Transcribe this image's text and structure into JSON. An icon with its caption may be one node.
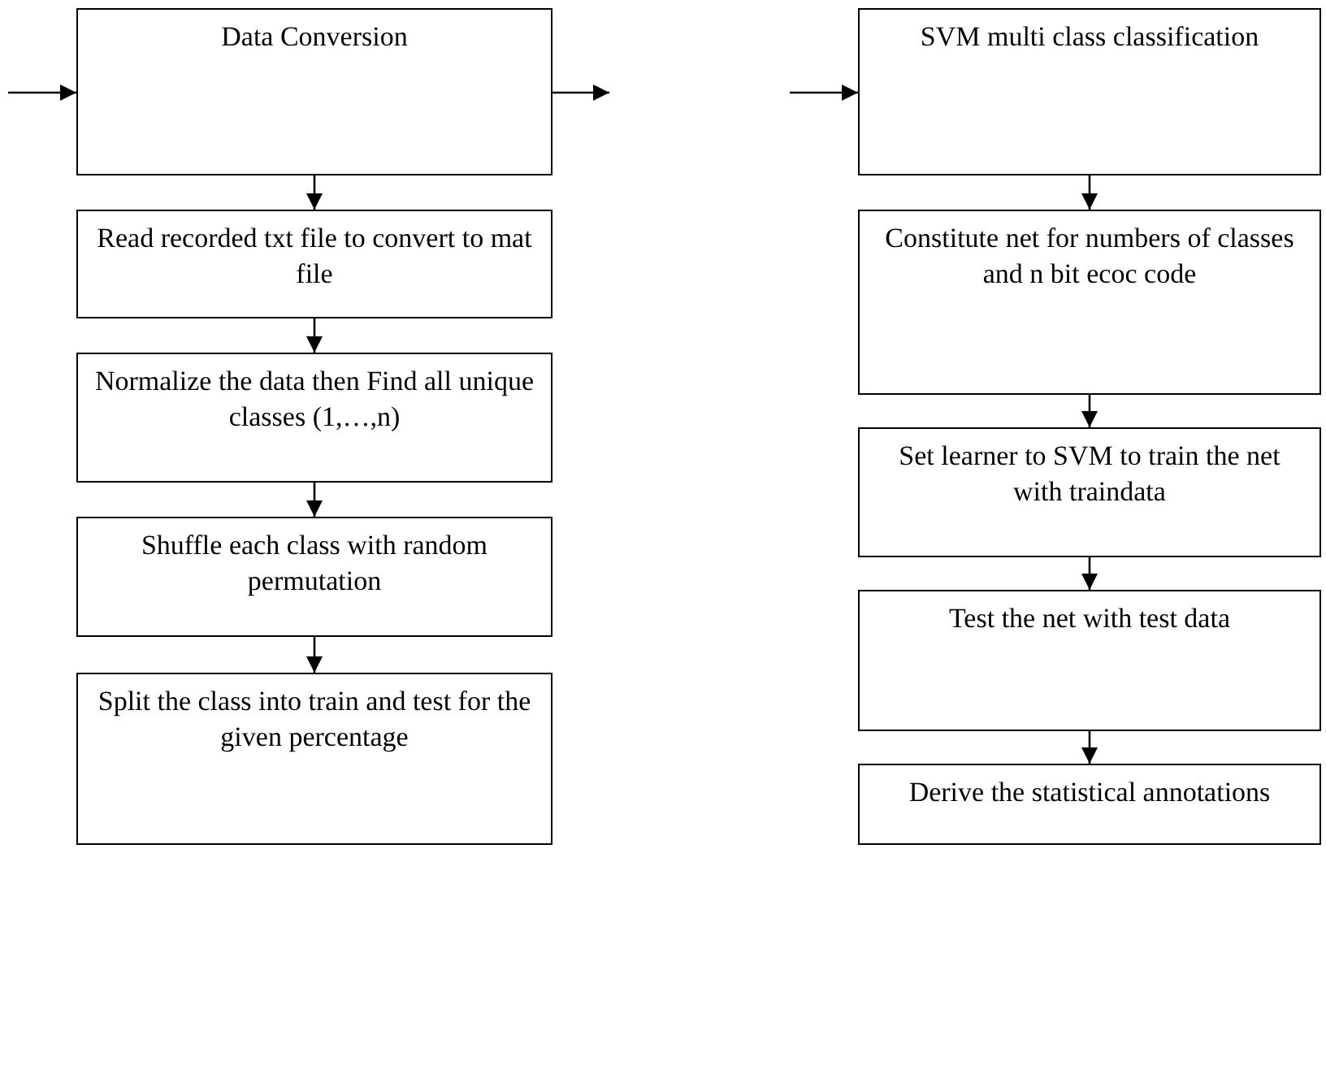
{
  "diagram": {
    "nodes": [
      {
        "text": [
          "Data Conversion"
        ]
      },
      {
        "text": [
          "Read recorded txt file to convert to mat file"
        ]
      },
      {
        "text": [
          "Normalize the data then Find all unique classes (1,…,n)"
        ]
      },
      {
        "text": [
          "Shuffle each class with random permutation"
        ]
      },
      {
        "text": [
          "Split the class into train and test for the given percentage"
        ]
      },
      {
        "text": [
          "SVM multi class classification"
        ]
      },
      {
        "text": [
          "Constitute net for numbers of classes and n bit ecoc code"
        ]
      },
      {
        "text": [
          "Set learner to SVM to train the net with traindata"
        ]
      },
      {
        "text": [
          "Test the net with test data"
        ]
      },
      {
        "text": [
          "Derive the statistical annotations"
        ]
      }
    ],
    "edges": [
      {
        "from": null,
        "to": 0,
        "arrow": "to"
      },
      {
        "from": 0,
        "to": null,
        "arrow": "to"
      },
      {
        "from": 0,
        "to": 1,
        "arrow": "to"
      },
      {
        "from": 1,
        "to": 2,
        "arrow": "to"
      },
      {
        "from": 2,
        "to": 3,
        "arrow": "to"
      },
      {
        "from": 3,
        "to": 4,
        "arrow": "to"
      },
      {
        "from": null,
        "to": 5,
        "arrow": "to"
      },
      {
        "from": 5,
        "to": 6,
        "arrow": "to"
      },
      {
        "from": 6,
        "to": 7,
        "arrow": "to"
      },
      {
        "from": 7,
        "to": 8,
        "arrow": "to"
      },
      {
        "from": 8,
        "to": 9,
        "arrow": "to"
      }
    ]
  }
}
